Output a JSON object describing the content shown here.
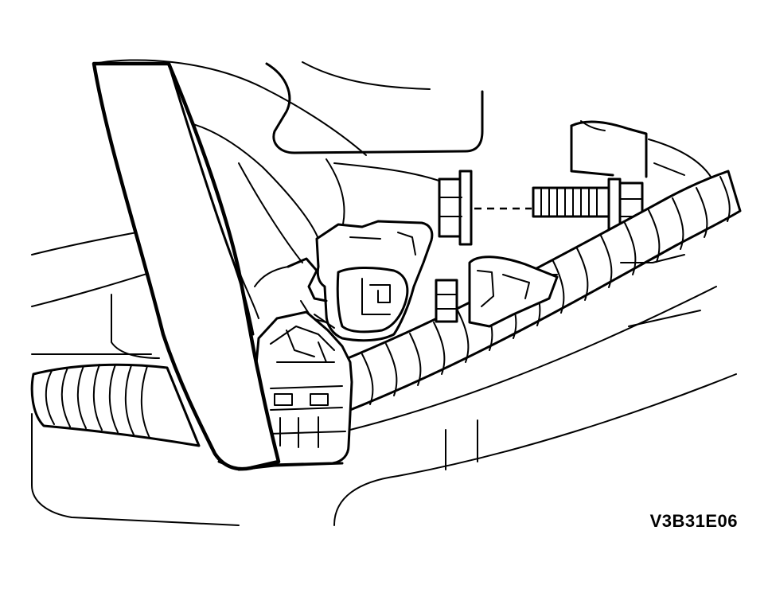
{
  "figure": {
    "code": "V3B31E06"
  },
  "colors": {
    "ink": "#000000",
    "paper": "#ffffff"
  },
  "parts": [
    "wiring-harness",
    "harness-connector",
    "sensor-connector",
    "flange-nut",
    "mounting-bolt",
    "mounting-bracket",
    "engine-cover"
  ]
}
